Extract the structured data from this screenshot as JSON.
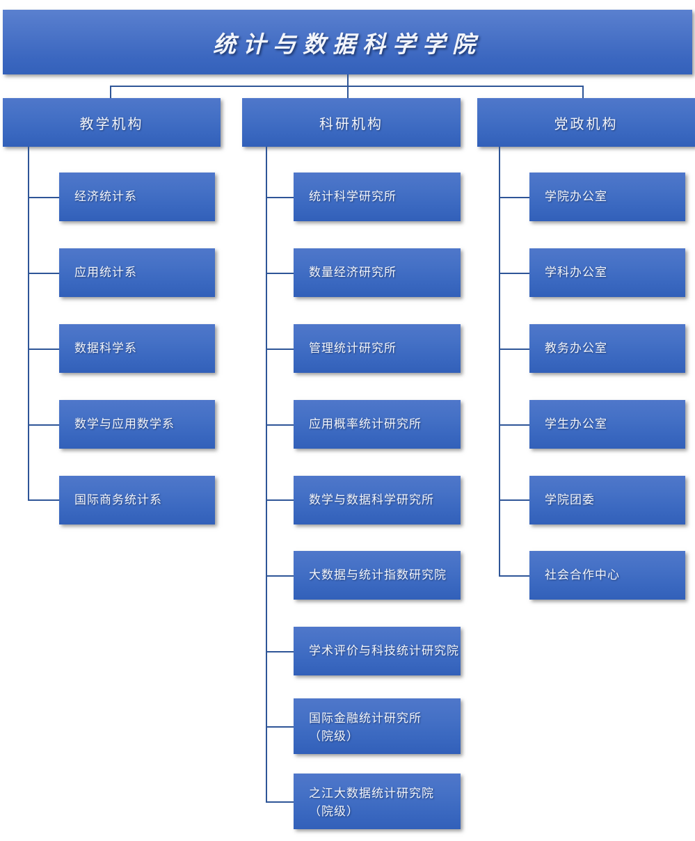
{
  "chart_data": {
    "type": "diagram",
    "diagram_kind": "organization-chart",
    "title": "统计与数据科学学院",
    "orientation": "top-down, three branch columns with left-aligned leaf lists",
    "colors": {
      "box_fill_top": "#4f77ca",
      "box_fill_bottom": "#3260b9",
      "connector": "#2e5597",
      "text": "#f2f5fb",
      "background": "#ffffff"
    },
    "levels": 3,
    "node_count": 23
  },
  "root": {
    "label": "统计与数据科学学院"
  },
  "columns": [
    {
      "id": "teaching",
      "head": "教学机构",
      "items": [
        {
          "label": "经济统计系"
        },
        {
          "label": "应用统计系"
        },
        {
          "label": "数据科学系"
        },
        {
          "label": "数学与应用数学系"
        },
        {
          "label": "国际商务统计系"
        }
      ]
    },
    {
      "id": "research",
      "head": "科研机构",
      "items": [
        {
          "label": "统计科学研究所"
        },
        {
          "label": "数量经济研究所"
        },
        {
          "label": "管理统计研究所"
        },
        {
          "label": "应用概率统计研究所"
        },
        {
          "label": "数学与数据科学研究所"
        },
        {
          "label": "大数据与统计指数研究院"
        },
        {
          "label": "学术评价与科技统计研究院"
        },
        {
          "label": "国际金融统计研究所\n（院级）"
        },
        {
          "label": "之江大数据统计研究院\n（院级）"
        }
      ]
    },
    {
      "id": "administration",
      "head": "党政机构",
      "items": [
        {
          "label": "学院办公室"
        },
        {
          "label": "学科办公室"
        },
        {
          "label": "教务办公室"
        },
        {
          "label": "学生办公室"
        },
        {
          "label": "学院团委"
        },
        {
          "label": "社会合作中心"
        }
      ]
    }
  ]
}
